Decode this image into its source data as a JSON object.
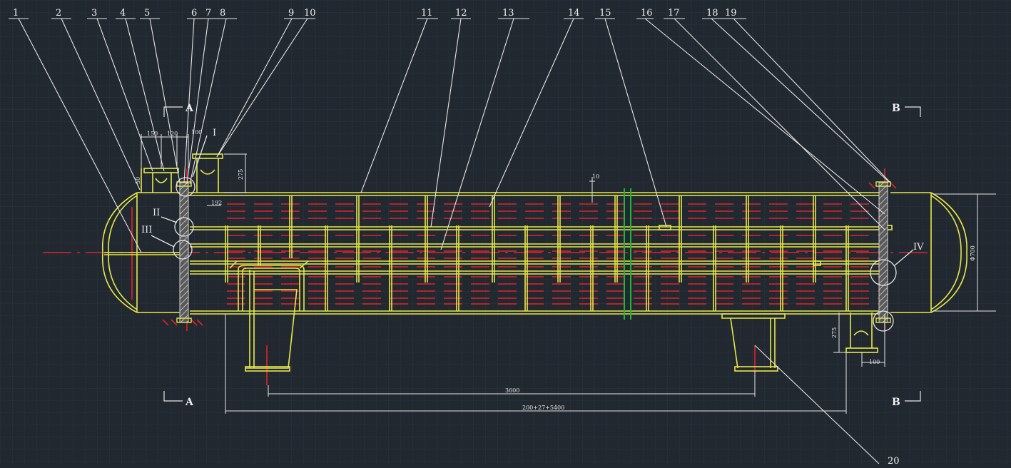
{
  "drawing": {
    "background": "#212830",
    "grid_color": "#2c3440",
    "colors": {
      "outline": "#e8e84a",
      "leader": "#e6e6e6",
      "centerline": "#e0242a",
      "flange_center": "#1fb83a",
      "dimension": "#e6e6e6"
    }
  },
  "callouts": [
    {
      "label": "1"
    },
    {
      "label": "2"
    },
    {
      "label": "3"
    },
    {
      "label": "4"
    },
    {
      "label": "5"
    },
    {
      "label": "6"
    },
    {
      "label": "7"
    },
    {
      "label": "8"
    },
    {
      "label": "9"
    },
    {
      "label": "10"
    },
    {
      "label": "11"
    },
    {
      "label": "12"
    },
    {
      "label": "13"
    },
    {
      "label": "14"
    },
    {
      "label": "15"
    },
    {
      "label": "16"
    },
    {
      "label": "17"
    },
    {
      "label": "18"
    },
    {
      "label": "19"
    },
    {
      "label": "20"
    }
  ],
  "sections": {
    "a_top": "A",
    "a_bottom": "A",
    "b_top": "B",
    "b_bottom": "B"
  },
  "details": {
    "d1": "I",
    "d2": "II",
    "d3": "III",
    "d4": "IV"
  },
  "dimensions": {
    "d150": "150",
    "d120": "120",
    "d100_top": "100",
    "d50": "50",
    "d275_left": "275",
    "d192": "192",
    "d10": "10",
    "d700": "Φ700",
    "d275_right": "275",
    "d100_right": "100",
    "d3600": "3600",
    "overall": "200+27+5400"
  }
}
